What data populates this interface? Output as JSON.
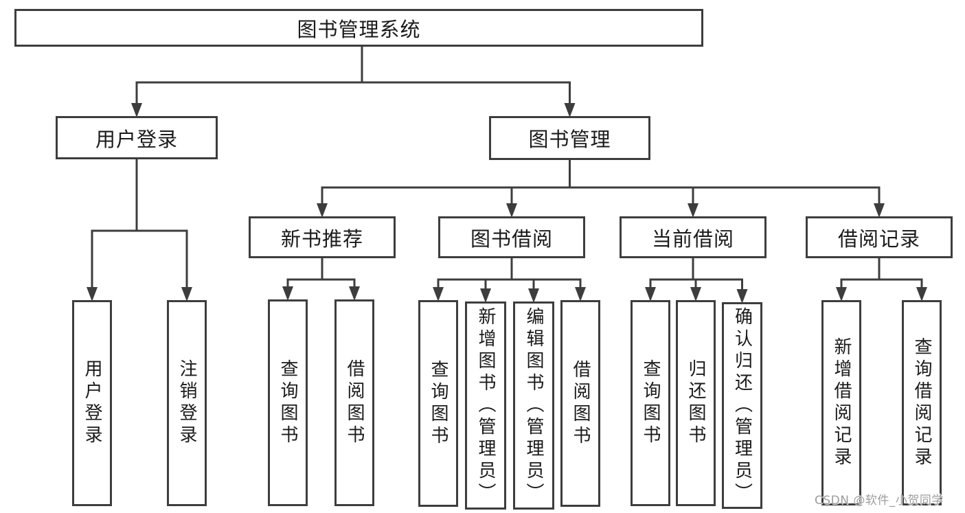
{
  "title": "图书管理系统",
  "watermark": {
    "text": "CSDN @软件_小贺同学"
  },
  "colors": {
    "line": "#3d3d3d",
    "border": "#3d3d3d",
    "text": "#1a1a1a",
    "box_background": "#ffffff",
    "page_background": "#ffffff",
    "watermark": "#989898"
  },
  "nodes": [
    {
      "id": "root",
      "label": "图书管理系统",
      "parent": null,
      "orientation": "horizontal"
    },
    {
      "id": "user-login",
      "label": "用户登录",
      "parent": "root",
      "orientation": "horizontal"
    },
    {
      "id": "book-mgmt",
      "label": "图书管理",
      "parent": "root",
      "orientation": "horizontal"
    },
    {
      "id": "new-rec",
      "label": "新书推荐",
      "parent": "book-mgmt",
      "orientation": "horizontal"
    },
    {
      "id": "book-borrow",
      "label": "图书借阅",
      "parent": "book-mgmt",
      "orientation": "horizontal"
    },
    {
      "id": "current-borrow",
      "label": "当前借阅",
      "parent": "book-mgmt",
      "orientation": "horizontal"
    },
    {
      "id": "borrow-records",
      "label": "借阅记录",
      "parent": "book-mgmt",
      "orientation": "horizontal"
    },
    {
      "id": "login",
      "label": "用户登录",
      "parent": "user-login",
      "orientation": "vertical"
    },
    {
      "id": "logout",
      "label": "注销登录",
      "parent": "user-login",
      "orientation": "vertical"
    },
    {
      "id": "rec-query-book",
      "label": "查询图书",
      "parent": "new-rec",
      "orientation": "vertical"
    },
    {
      "id": "rec-borrow-book",
      "label": "借阅图书",
      "parent": "new-rec",
      "orientation": "vertical"
    },
    {
      "id": "bb-query-book",
      "label": "查询图书",
      "parent": "book-borrow",
      "orientation": "vertical"
    },
    {
      "id": "bb-add-book",
      "label": "新增图书（管理员）",
      "parent": "book-borrow",
      "orientation": "vertical"
    },
    {
      "id": "bb-edit-book",
      "label": "编辑图书（管理员）",
      "parent": "book-borrow",
      "orientation": "vertical"
    },
    {
      "id": "bb-borrow-book",
      "label": "借阅图书",
      "parent": "book-borrow",
      "orientation": "vertical"
    },
    {
      "id": "cb-query-book",
      "label": "查询图书",
      "parent": "current-borrow",
      "orientation": "vertical"
    },
    {
      "id": "cb-return-book",
      "label": "归还图书",
      "parent": "current-borrow",
      "orientation": "vertical"
    },
    {
      "id": "cb-confirm-return",
      "label": "确认归还（管理员）",
      "parent": "current-borrow",
      "orientation": "vertical"
    },
    {
      "id": "br-add-record",
      "label": "新增借阅记录",
      "parent": "borrow-records",
      "orientation": "vertical"
    },
    {
      "id": "br-query-record",
      "label": "查询借阅记录",
      "parent": "borrow-records",
      "orientation": "vertical"
    }
  ]
}
